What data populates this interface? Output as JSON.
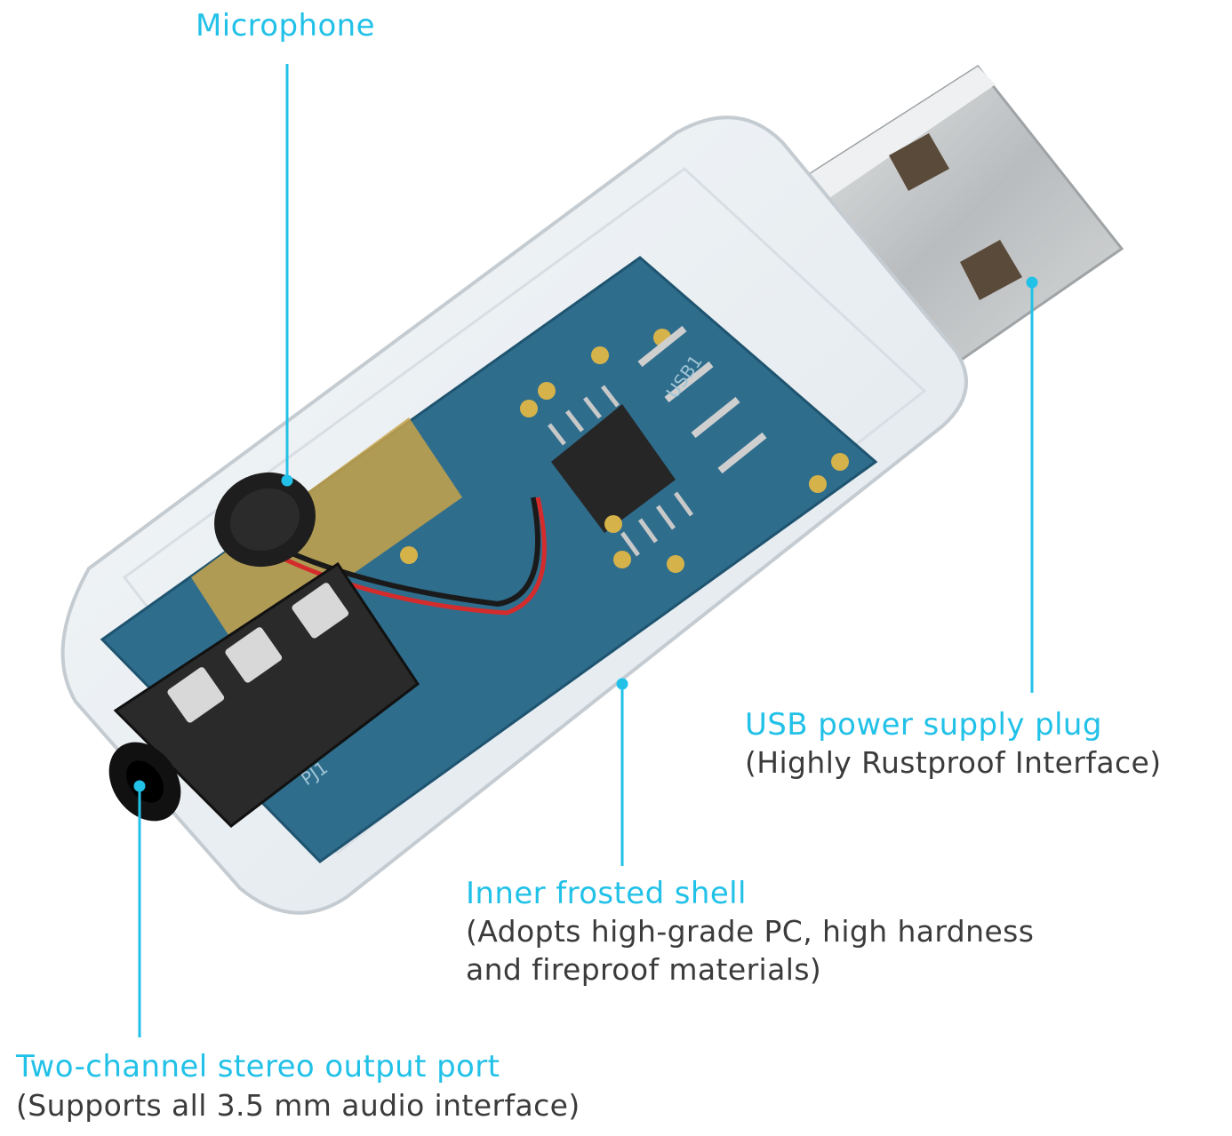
{
  "colors": {
    "accent": "#22c1e8",
    "body_text": "#3b3b3b",
    "pcb": "#2f6d8c",
    "shell": "#e6ecf1",
    "metal": "#c9cbcc"
  },
  "callouts": {
    "microphone": {
      "title": "Microphone"
    },
    "usb_plug": {
      "title": "USB power supply plug",
      "subtitle": "(Highly Rustproof Interface)"
    },
    "shell": {
      "title": "Inner frosted shell",
      "subtitle_line1": "(Adopts high-grade PC, high hardness",
      "subtitle_line2": "and fireproof materials)"
    },
    "output_port": {
      "title": "Two-channel stereo output port",
      "subtitle": "(Supports all 3.5 mm audio interface)"
    }
  },
  "board": {
    "usb_silkscreen": "USB1",
    "jack_silkscreen": "PJ1"
  }
}
